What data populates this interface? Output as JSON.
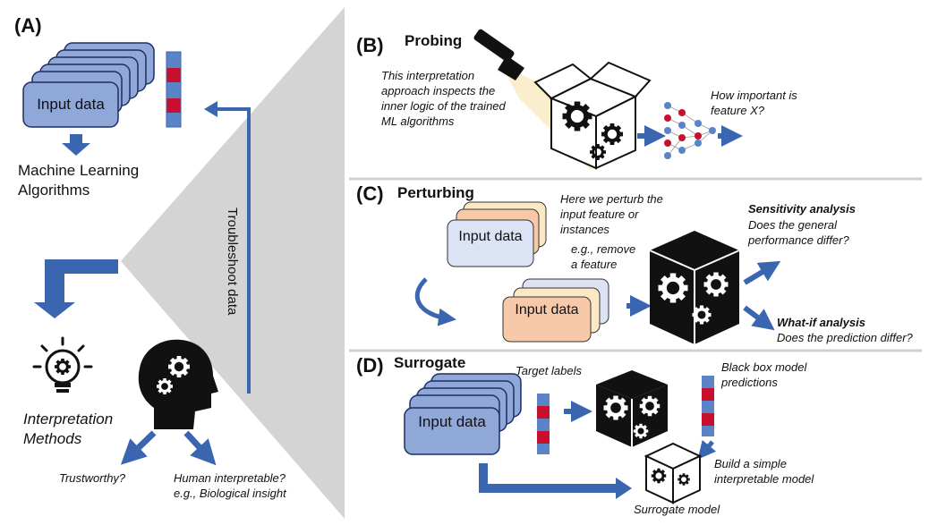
{
  "panel_a": {
    "label": "(A)",
    "input_data": "Input data",
    "ml_algorithms": "Machine Learning Algorithms",
    "troubleshoot": "Troubleshoot data",
    "interp_methods": "Interpretation Methods",
    "trustworthy": "Trustworthy?",
    "human_interpretable": "Human interpretable?",
    "bio_insight": "e.g., Biological insight"
  },
  "panel_b": {
    "label": "(B)",
    "title": "Probing",
    "description": "This interpretation approach inspects the inner logic of the trained ML algorithms",
    "question": "How important is feature X?"
  },
  "panel_c": {
    "label": "(C)",
    "title": "Perturbing",
    "description": "Here we perturb the input feature or instances",
    "example": "e.g., remove a feature",
    "card_text": "Input data",
    "sensitivity_title": "Sensitivity analysis",
    "sensitivity_q": "Does the general performance differ?",
    "whatif_title": "What-if analysis",
    "whatif_q": "Does the prediction differ?"
  },
  "panel_d": {
    "label": "(D)",
    "title": "Surrogate",
    "input_data": "Input data",
    "target_labels": "Target labels",
    "bb_predictions": "Black box model predictions",
    "build_simple": "Build a simple interpretable model",
    "surrogate_model": "Surrogate model"
  },
  "colors": {
    "arrow_blue": "#3a66b0",
    "card_blue": "#8fa8d8",
    "card_light": "#dbe3f4",
    "card_peach": "#f7c9a8",
    "card_cream": "#fbe9c6",
    "bar_red": "#c8102e",
    "bar_blue": "#5b84c8",
    "triangle_gray": "#d4d4d4"
  }
}
